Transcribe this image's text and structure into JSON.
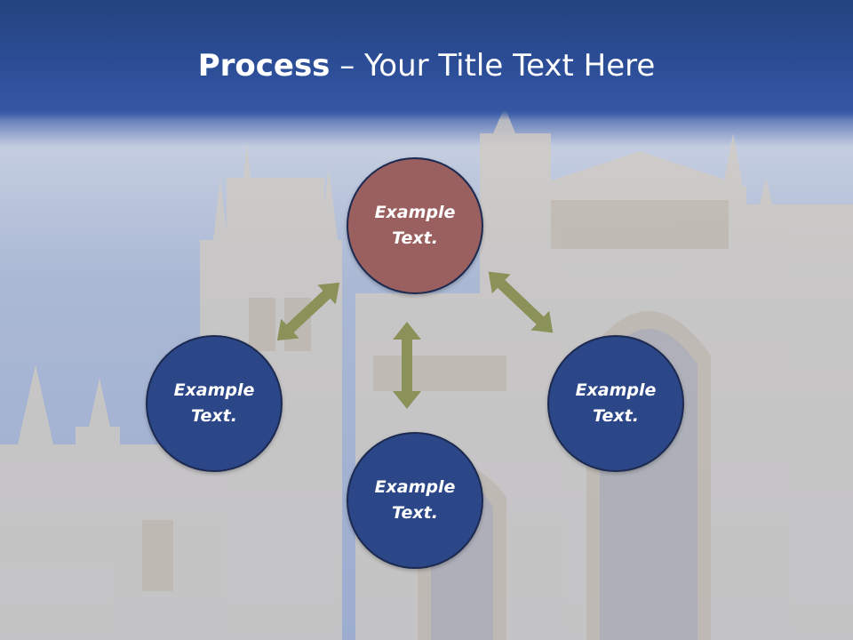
{
  "title": {
    "bold": "Process",
    "rest": " – Your Title Text Here"
  },
  "nodes": {
    "top": {
      "label": "Example Text."
    },
    "left": {
      "label": "Example Text."
    },
    "bottom": {
      "label": "Example Text."
    },
    "right": {
      "label": "Example Text."
    }
  },
  "colors": {
    "title_band": "#2c4e97",
    "node_top": "#9a5f5f",
    "node_other": "#2b4787",
    "connector": "#8a9159"
  }
}
